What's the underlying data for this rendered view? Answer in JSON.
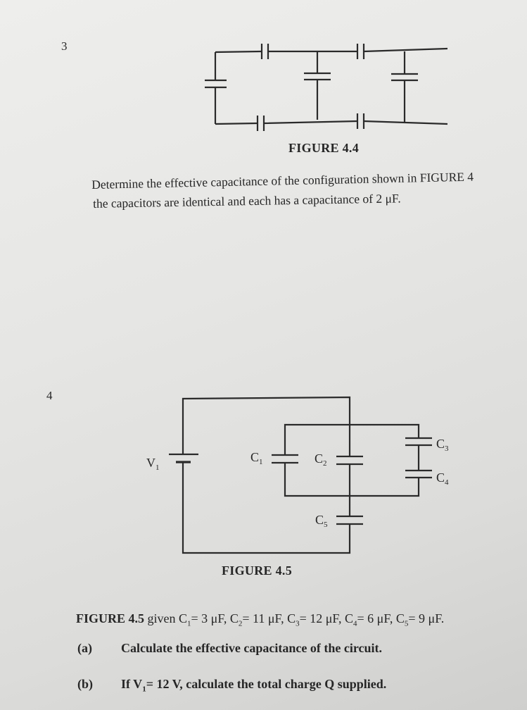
{
  "q3": {
    "number": "3",
    "figure_caption": "FIGURE 4.4",
    "text_line1": "Determine the effective capacitance of the configuration shown in FIGURE 4",
    "text_line2": "the capacitors are identical and each has a capacitance of 2 μF."
  },
  "q4": {
    "number": "4",
    "figure_caption": "FIGURE 4.5",
    "labels": {
      "v1": "V",
      "v1_sub": "1",
      "c1": "C",
      "c1_sub": "1",
      "c2": "C",
      "c2_sub": "2",
      "c3": "C",
      "c3_sub": "3",
      "c4": "C",
      "c4_sub": "4",
      "c5": "C",
      "c5_sub": "5"
    },
    "given": {
      "ref": "FIGURE 4.5",
      "text": " given C",
      "c1_sub": "1",
      "c1_val": "= 3 μF, C",
      "c2_sub": "2",
      "c2_val": "= 11 μF, C",
      "c3_sub": "3",
      "c3_val": "= 12 μF, C",
      "c4_sub": "4",
      "c4_val": "= 6 μF, C",
      "c5_sub": "5",
      "c5_val": "= 9 μF."
    },
    "part_a": {
      "label": "(a)",
      "text": "Calculate the effective capacitance of the circuit."
    },
    "part_b": {
      "label": "(b)",
      "text_pre": "If V",
      "v_sub": "1",
      "text_post": "= 12 V, calculate the total charge Q supplied."
    }
  }
}
